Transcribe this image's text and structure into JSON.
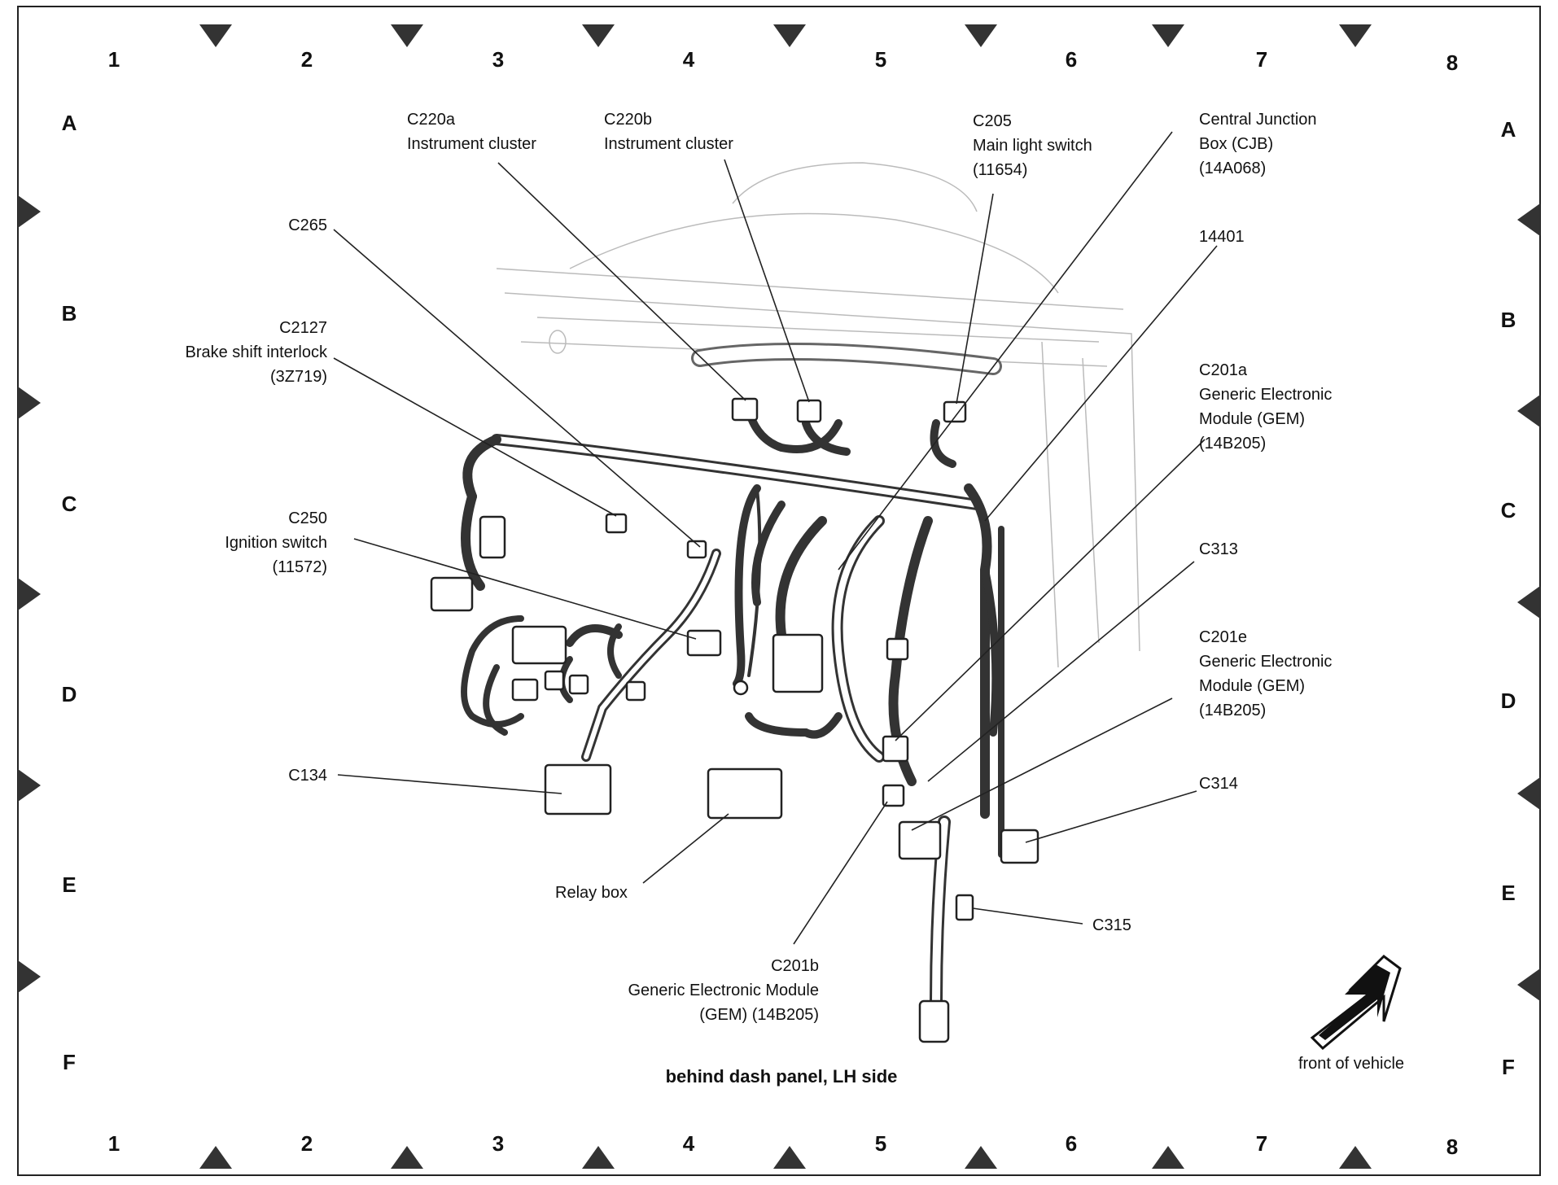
{
  "grid": {
    "columns": [
      "1",
      "2",
      "3",
      "4",
      "5",
      "6",
      "7",
      "8"
    ],
    "rows": [
      "A",
      "B",
      "C",
      "D",
      "E",
      "F"
    ]
  },
  "caption": "behind dash panel, LH side",
  "orientation": {
    "label": "front of vehicle",
    "icon": "direction-arrow-icon"
  },
  "callouts": {
    "c220a": {
      "code": "C220a",
      "desc": "Instrument cluster"
    },
    "c220b": {
      "code": "C220b",
      "desc": "Instrument cluster"
    },
    "c205": {
      "code": "C205",
      "desc": "Main light switch",
      "part": "(11654)"
    },
    "cjb": {
      "line1": "Central Junction",
      "line2": "Box (CJB)",
      "part": "(14A068)"
    },
    "c265": {
      "code": "C265"
    },
    "p14401": {
      "code": "14401"
    },
    "c2127": {
      "code": "C2127",
      "desc": "Brake shift interlock",
      "part": "(3Z719)"
    },
    "c201a": {
      "code": "C201a",
      "line1": "Generic Electronic",
      "line2": "Module (GEM)",
      "part": "(14B205)"
    },
    "c250": {
      "code": "C250",
      "desc": "Ignition switch",
      "part": "(11572)"
    },
    "c313": {
      "code": "C313"
    },
    "c201e": {
      "code": "C201e",
      "line1": "Generic Electronic",
      "line2": "Module (GEM)",
      "part": "(14B205)"
    },
    "c134": {
      "code": "C134"
    },
    "c314": {
      "code": "C314"
    },
    "relay": {
      "desc": "Relay box"
    },
    "c315": {
      "code": "C315"
    },
    "c201b": {
      "code": "C201b",
      "line1": "Generic Electronic Module",
      "line2": "(GEM) (14B205)"
    }
  }
}
